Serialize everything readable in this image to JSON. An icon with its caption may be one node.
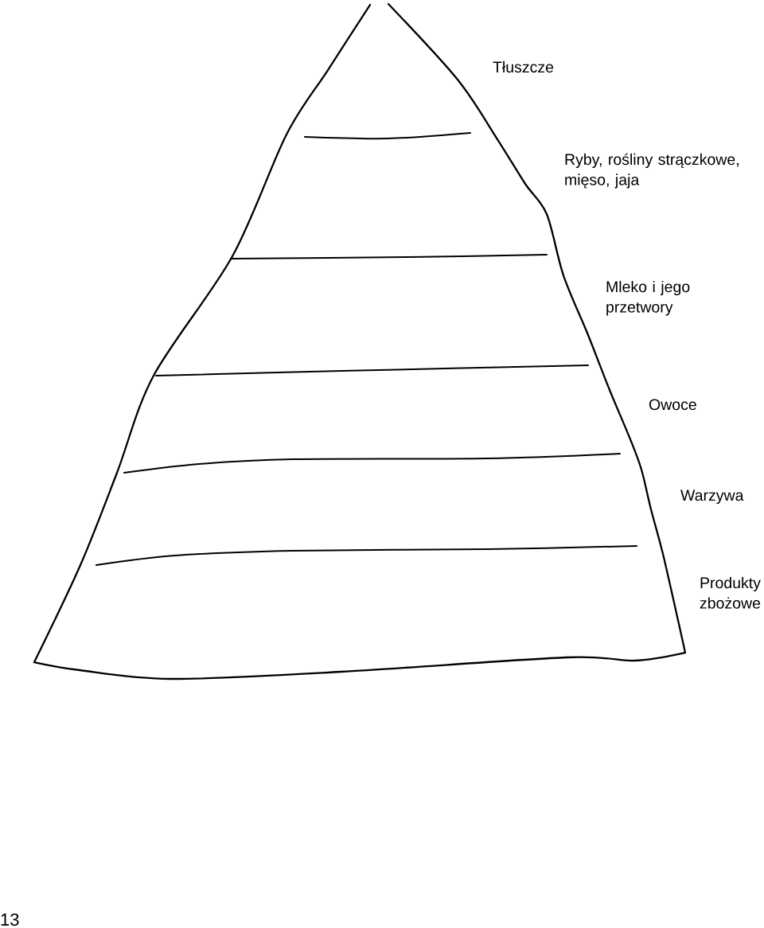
{
  "diagram": {
    "labels": [
      "Tłuszcze",
      "Ryby, rośliny strączkowe, mięso, jaja",
      "Mleko i jego przetwory",
      "Owoce",
      "Warzywa",
      "Produkty zbożowe",
      "13"
    ]
  }
}
